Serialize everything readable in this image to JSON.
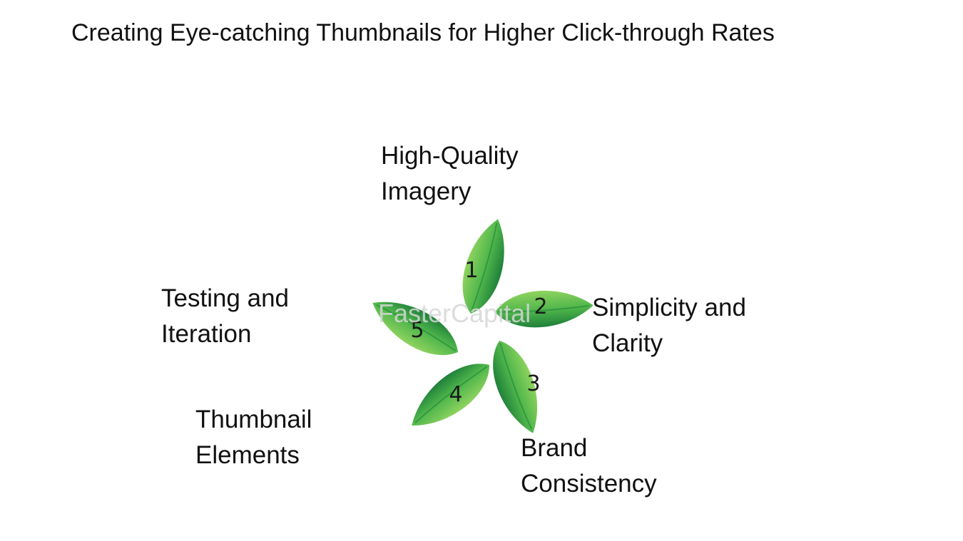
{
  "title": "Creating Eye-catching Thumbnails for Higher Click-through Rates",
  "items": [
    {
      "number": "1",
      "lines": [
        "High-Quality",
        "Imagery"
      ]
    },
    {
      "number": "2",
      "lines": [
        "Simplicity and",
        "Clarity"
      ]
    },
    {
      "number": "3",
      "lines": [
        "Brand",
        "Consistency"
      ]
    },
    {
      "number": "4",
      "lines": [
        "Thumbnail",
        "Elements"
      ]
    },
    {
      "number": "5",
      "lines": [
        "Testing and",
        "Iteration"
      ]
    }
  ],
  "watermark": "FasterCapital",
  "colors": {
    "leaf_light": "#8fd35f",
    "leaf_mid": "#4db54a",
    "leaf_dark": "#1f7f3a",
    "text": "#111111"
  }
}
